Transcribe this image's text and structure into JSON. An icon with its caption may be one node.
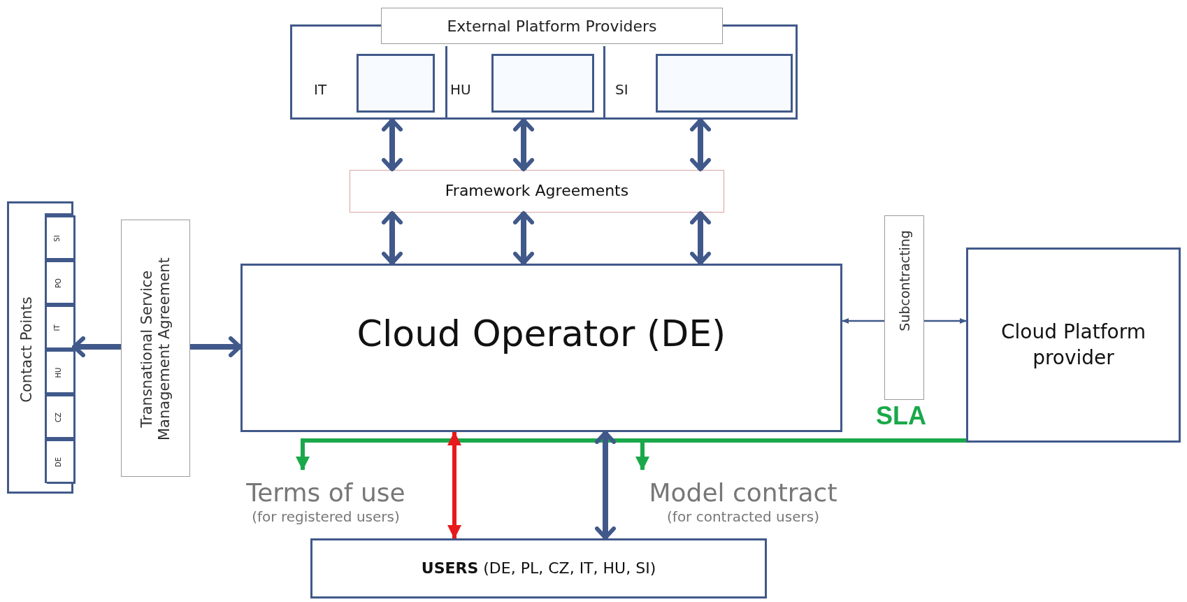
{
  "diagram": {
    "nodes": [
      {
        "text": [
          "External Platform Providers"
        ]
      },
      {
        "text": [
          "IT"
        ],
        "in": 0
      },
      {
        "text": [],
        "shape": "box",
        "in": 1
      },
      {
        "text": [
          "HU"
        ],
        "in": 0
      },
      {
        "text": [],
        "shape": "box",
        "in": 3
      },
      {
        "text": [
          "SI"
        ],
        "in": 0
      },
      {
        "text": [],
        "shape": "box",
        "in": 5
      },
      {
        "text": [
          "Framework Agreements"
        ]
      },
      {
        "text": [
          "Contact Points"
        ]
      },
      {
        "text": [
          "DE"
        ],
        "in": 8
      },
      {
        "text": [
          "CZ"
        ],
        "in": 8
      },
      {
        "text": [
          "HU"
        ],
        "in": 8
      },
      {
        "text": [
          "IT"
        ],
        "in": 8
      },
      {
        "text": [
          "PO"
        ],
        "in": 8
      },
      {
        "text": [
          "SI"
        ],
        "in": 8
      },
      {
        "text": [
          "Transnational Service Management Agreement"
        ]
      },
      {
        "text": [
          "Cloud Operator (DE)"
        ]
      },
      {
        "text": [
          "Subcontracting"
        ]
      },
      {
        "text": [
          "Cloud Platform provider"
        ]
      },
      {
        "text": [
          "Terms of use",
          "(for registered users)"
        ]
      },
      {
        "text": [
          "Model contract",
          "(for contracted users)"
        ]
      },
      {
        "text": [
          "**USERS** (DE, PL, CZ, IT, HU, SI)"
        ]
      }
    ],
    "edges": [
      {
        "from": 1,
        "to": 7,
        "arrow": "both"
      },
      {
        "from": 3,
        "to": 7,
        "arrow": "both"
      },
      {
        "from": 5,
        "to": 7,
        "arrow": "both"
      },
      {
        "from": 7,
        "to": 16,
        "arrow": "both"
      },
      {
        "from": 7,
        "to": 16,
        "arrow": "both"
      },
      {
        "from": 7,
        "to": 16,
        "arrow": "both"
      },
      {
        "from": 15,
        "to": 8,
        "arrow": "to"
      },
      {
        "from": 15,
        "to": 16,
        "arrow": "to"
      },
      {
        "from": 17,
        "to": 16,
        "arrow": "to"
      },
      {
        "from": 17,
        "to": 18,
        "arrow": "to"
      },
      {
        "from": 18,
        "to": 19,
        "arrow": "to",
        "color": "#1aa84a"
      },
      {
        "from": 18,
        "to": 20,
        "arrow": "to",
        "color": "#1aa84a"
      },
      {
        "from": 16,
        "to": 21,
        "arrow": "both",
        "color": "#e8191c"
      },
      {
        "from": 16,
        "to": 21,
        "arrow": "both"
      }
    ],
    "labels": [
      "SLA"
    ]
  }
}
